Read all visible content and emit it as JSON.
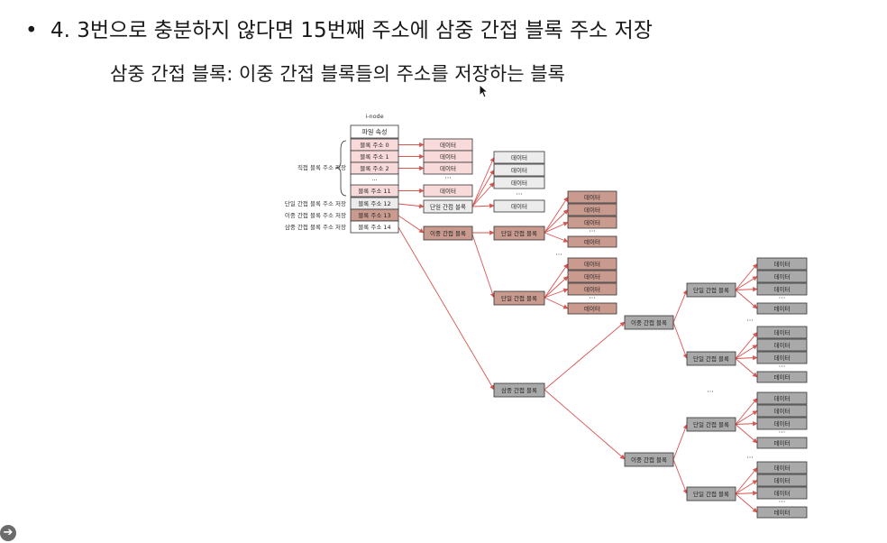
{
  "slide": {
    "bullet": "4. 3번으로 충분하지 않다면 15번째 주소에 삼중 간접 블록 주소 저장",
    "subtitle": "삼중 간접 블록: 이중 간접 블록들의 주소를 저장하는 블록"
  },
  "diagram": {
    "inode_label": "i-node",
    "file_attr": "파일 속성",
    "block_addrs": [
      "블록 주소 0",
      "블록 주소 1",
      "블록 주소 2",
      "···",
      "블록 주소 11",
      "블록 주소 12",
      "블록 주소 13",
      "블록 주소 14"
    ],
    "side_labels": {
      "direct": "직접 블록 주소 저장",
      "single": "단일 간접 블록 주소 저장",
      "double": "이중 간접 블록 주소 저장",
      "triple": "삼중 간접 블록 주소 저장"
    },
    "data": "데이터",
    "ellipsis": "···",
    "single_indirect": "단일 간접 블록",
    "double_indirect": "이중 간접 블록",
    "triple_indirect": "삼중 간접 블록"
  },
  "colors": {
    "arrow": "#d9534f",
    "pink_fill": "#f9dada",
    "brown_fill": "#c99a8e",
    "gray_fill": "#a9a9a9",
    "light_fill": "#ececec"
  },
  "icons": {
    "cursor": "mouse-pointer-icon",
    "nav": "arrow-right-icon"
  }
}
